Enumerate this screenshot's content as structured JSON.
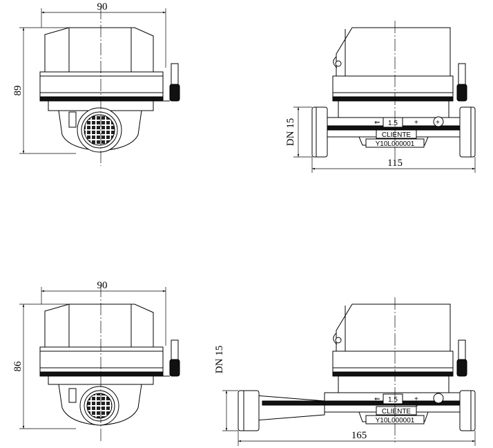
{
  "views": {
    "top_left": {
      "width_label": "90",
      "height_label": "89"
    },
    "top_right": {
      "dn_label": "DN 15",
      "length_label": "115",
      "meter_class": "1.5",
      "client_label": "CLIENTE",
      "serial": "Y10L000001"
    },
    "bottom_left": {
      "width_label": "90",
      "height_label": "86"
    },
    "bottom_right": {
      "dn_label": "DN 15",
      "length_label": "165",
      "meter_class": "1.5",
      "client_label": "CLIENTE",
      "serial": "Y10L000001"
    }
  },
  "symbols": {
    "plus": "+",
    "minus": "-",
    "arrow_left": "⇐"
  }
}
